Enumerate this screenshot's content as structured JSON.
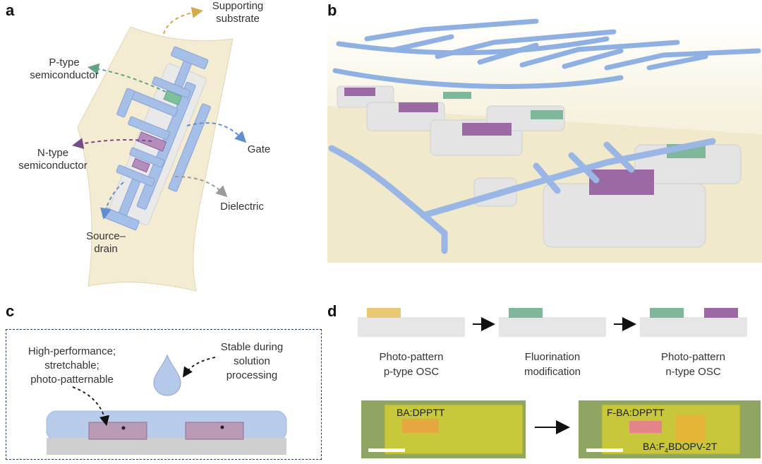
{
  "panels": {
    "a": "a",
    "b": "b",
    "c": "c",
    "d": "d"
  },
  "panel_a": {
    "supporting_substrate": [
      "Supporting",
      "substrate"
    ],
    "p_type": [
      "P-type",
      "semiconductor"
    ],
    "n_type": [
      "N-type",
      "semiconductor"
    ],
    "gate": "Gate",
    "dielectric": "Dielectric",
    "source_drain": [
      "Source–",
      "drain"
    ]
  },
  "panel_c": {
    "left_text": [
      "High-performance;",
      "stretchable;",
      "photo-patternable"
    ],
    "right_text": [
      "Stable during",
      "solution",
      "processing"
    ]
  },
  "panel_d": {
    "step1": [
      "Photo-pattern",
      "p-type OSC"
    ],
    "step2": [
      "Fluorination",
      "modification"
    ],
    "step3": [
      "Photo-pattern",
      "n-type OSC"
    ],
    "photo1_label": "BA:DPPTT",
    "photo2_label1": "F-BA:DPPTT",
    "photo2_label2_prefix": "BA:F",
    "photo2_label2_sub": "4",
    "photo2_label2_suffix": "BDOPV-2T"
  },
  "colors": {
    "blue": "#9fb8e3",
    "blue_dark": "#7d9bd0",
    "green": "#7fb79a",
    "purple": "#9b6aa5",
    "yellow_pattern": "#e8c872",
    "substrate": "#f1ead0",
    "dielectric": "#e6e6e6"
  }
}
